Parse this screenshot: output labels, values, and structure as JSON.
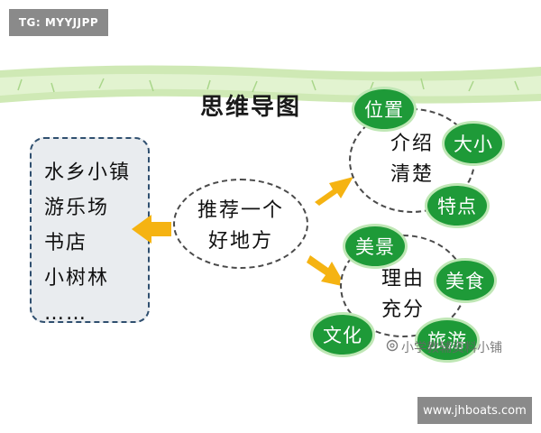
{
  "overlay": {
    "top_tag": "TG: MYYJJPP",
    "bottom_tag": "www.jhboats.com"
  },
  "diagram": {
    "title": "思维导图",
    "center": {
      "line1": "推荐一个",
      "line2": "好地方"
    },
    "list": [
      "水乡小镇",
      "游乐场",
      "书店",
      "小树林",
      "……"
    ],
    "top_node": {
      "line1": "介绍",
      "line2": "清楚"
    },
    "top_bubbles": [
      "位置",
      "大小",
      "特点"
    ],
    "bottom_node": {
      "line1": "理由",
      "line2": "充分"
    },
    "bottom_bubbles": [
      "美景",
      "美食",
      "文化",
      "旅游"
    ]
  },
  "watermark": {
    "icon": "at-icon",
    "text": "小学教辅资料小铺"
  },
  "colors": {
    "bubble_green": "#1e9a38",
    "arrow_orange": "#f5b312",
    "list_bg": "#e9ecef",
    "grass_green": "#cfe9b5"
  }
}
